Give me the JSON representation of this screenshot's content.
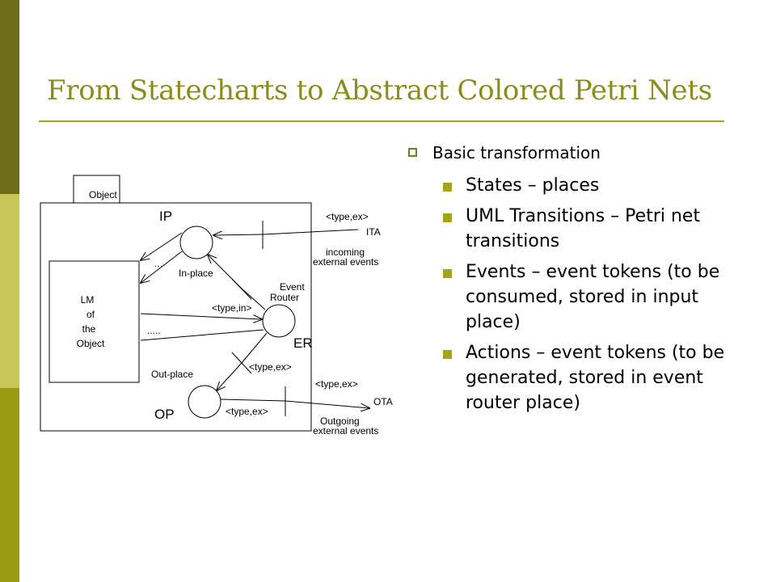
{
  "title": "From Statecharts to Abstract Colored Petri Nets",
  "colors": {
    "accent": "#8c8c1a",
    "sidebar_top": "#6d6d1a",
    "sidebar_mid": "#c8c859",
    "sidebar_bottom": "#9c9c14"
  },
  "bullets": {
    "main": "Basic transformation",
    "sub": [
      "States – places",
      "UML Transitions – Petri net transitions",
      "Events – event tokens (to be consumed, stored in input place)",
      "Actions – event tokens (to be generated, stored in event router place)"
    ]
  },
  "diagram": {
    "object_tab": "Object",
    "lm_lines": [
      "LM",
      "of",
      "the",
      "Object"
    ],
    "ip": "IP",
    "in_place": "In-place",
    "dots_top": "…",
    "dots_mid": ".....",
    "type_in": "<type,in>",
    "event": "Event",
    "router": "Router",
    "er": "ER",
    "type_ex_er": "<type,ex>",
    "out_place": "Out-place",
    "op": "OP",
    "type_ex_op": "<type,ex>",
    "type_ex_ita": "<type,ex>",
    "ita": "ITA",
    "incoming": "incoming",
    "incoming_ext": "external events",
    "type_ex_ota": "<type,ex>",
    "ota": "OTA",
    "outgoing": "Outgoing",
    "outgoing_ext": "external events"
  }
}
